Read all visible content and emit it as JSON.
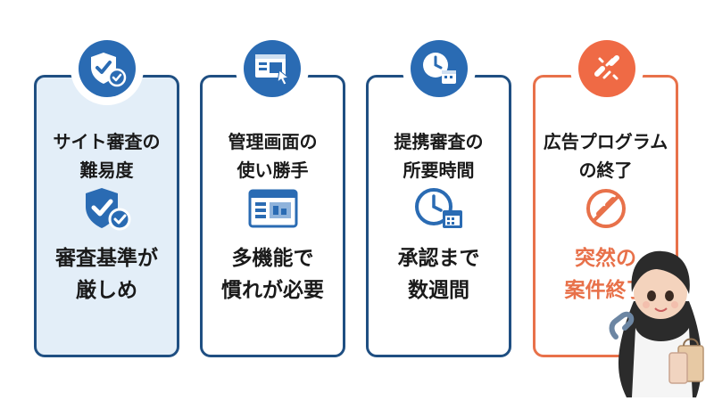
{
  "cards": [
    {
      "icon": "shield-check-icon",
      "title_line1": "サイト審査の",
      "title_line2": "難易度",
      "body_line1": "審査基準が",
      "body_line2": "厳しめ"
    },
    {
      "icon": "admin-dashboard-icon",
      "title_line1": "管理画面の",
      "title_line2": "使い勝手",
      "body_line1": "多機能で",
      "body_line2": "慣れが必要"
    },
    {
      "icon": "clock-calendar-icon",
      "title_line1": "提携審査の",
      "title_line2": "所要時間",
      "body_line1": "承認まで",
      "body_line2": "数週間"
    },
    {
      "icon": "broken-link-icon",
      "title_line1": "広告プログラム",
      "title_line2": "の終了",
      "body_line1": "突然の",
      "body_line2": "案件終了"
    }
  ],
  "colors": {
    "navy": "#1f4f82",
    "blue": "#2a6bb3",
    "light_blue_bg": "#e3eef8",
    "orange": "#e8714a"
  }
}
